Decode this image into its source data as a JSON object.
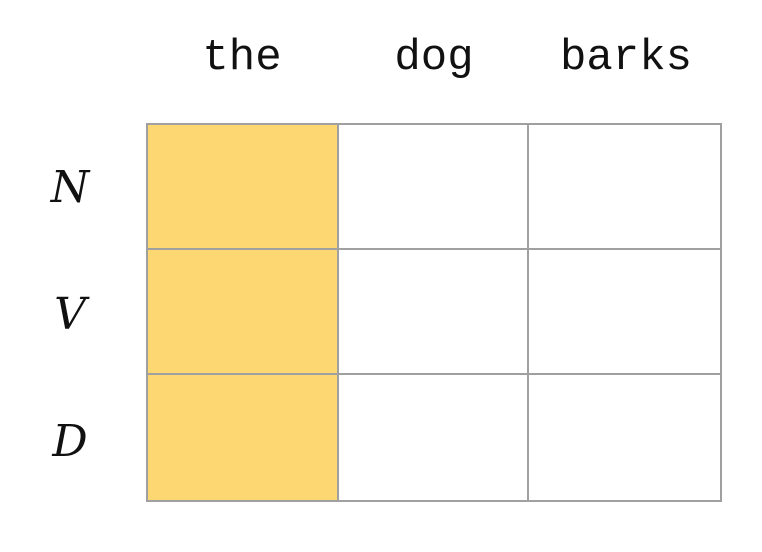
{
  "columns": [
    "the",
    "dog",
    "barks"
  ],
  "rows": [
    "N",
    "V",
    "D"
  ],
  "highlighted_column": "the",
  "colors": {
    "highlight": "#fdd771",
    "grid_line": "#a0a0a0",
    "cell": "#ffffff"
  }
}
